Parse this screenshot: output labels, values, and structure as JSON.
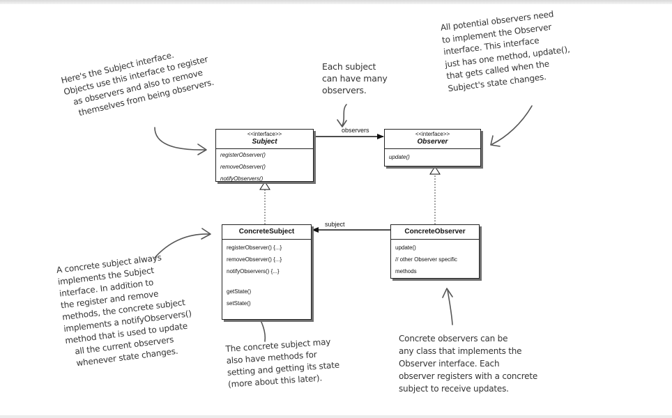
{
  "classes": {
    "subject": {
      "stereotype": "<<interface>>",
      "name": "Subject",
      "methods": [
        "registerObserver()",
        "removeObserver()",
        "notifyObservers()"
      ]
    },
    "observer": {
      "stereotype": "<<interface>>",
      "name": "Observer",
      "methods": [
        "update()"
      ]
    },
    "concrete_subject": {
      "name": "ConcreteSubject",
      "methods": [
        "registerObserver() {...}",
        "removeObserver() {...}",
        "notifyObservers() {...}"
      ],
      "methods_extra": [
        "getState()",
        "setState()"
      ]
    },
    "concrete_observer": {
      "name": "ConcreteObserver",
      "methods": [
        "update()",
        "// other Observer specific",
        "methods"
      ]
    }
  },
  "edges": {
    "observers_label": "observers",
    "subject_label": "subject"
  },
  "notes": {
    "subject_interface": [
      "Here's the Subject interface.",
      "Objects use this interface to register",
      "as observers and also to remove",
      "themselves from being observers."
    ],
    "many_observers": [
      "Each subject",
      "can have many",
      "observers."
    ],
    "observer_interface": [
      "All potential observers need",
      "to implement the Observer",
      "interface.  This interface",
      "just has one method, update(),",
      "that gets called when the",
      "Subject's state changes."
    ],
    "concrete_subject": [
      "A concrete subject always",
      "implements the Subject",
      "interface.  In addition to",
      "the register and remove",
      "methods, the concrete subject",
      "implements a notifyObservers()",
      "method that is used to update",
      "all the current observers",
      "whenever state changes."
    ],
    "get_set_state": [
      "The concrete subject may",
      "also have methods for",
      "setting and getting its state",
      "(more about this later)."
    ],
    "concrete_observers": [
      "Concrete observers can be",
      "any class that implements the",
      "Observer interface.  Each",
      "observer registers with a concrete",
      "subject to receive updates."
    ]
  }
}
